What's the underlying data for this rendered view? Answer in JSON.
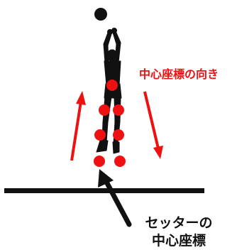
{
  "diagram": {
    "red_label": "中心座標の向き",
    "black_label_lines": [
      "セッターの",
      "中心座標"
    ],
    "colors": {
      "accent": "#ee1111",
      "ink": "#111111",
      "background": "#ffffff"
    },
    "elements": [
      "ball",
      "setter-silhouette",
      "center-points",
      "up-arrow",
      "down-arrow",
      "pointer-arrow",
      "floor-line"
    ]
  }
}
